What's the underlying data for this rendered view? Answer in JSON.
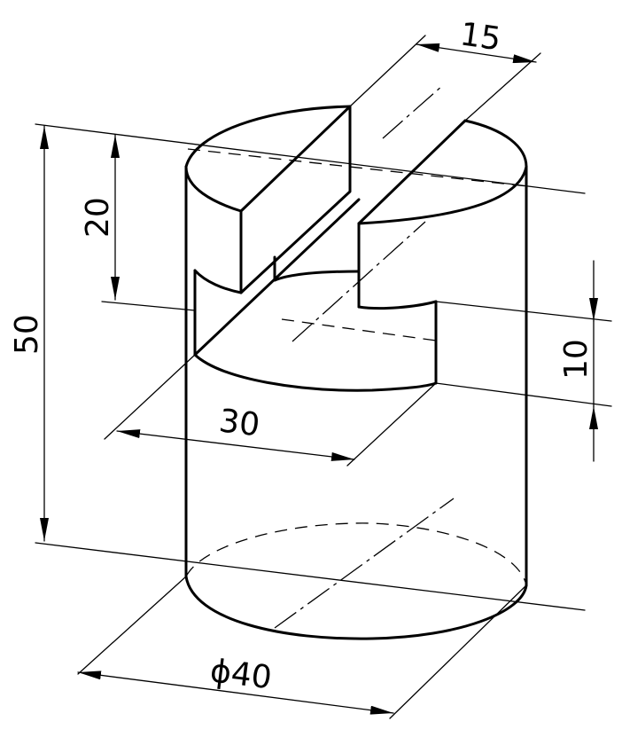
{
  "dimensions": {
    "width_top": "15",
    "slot_depth": "20",
    "height_total": "50",
    "slot_height": "10",
    "slot_length": "30",
    "diameter": "ϕ40"
  }
}
